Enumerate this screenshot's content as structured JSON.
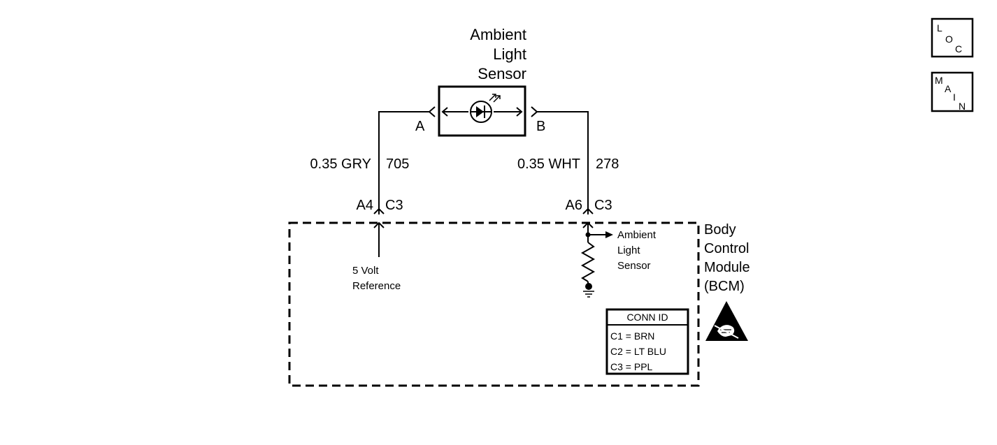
{
  "component": {
    "title_lines": [
      "Ambient",
      "Light",
      "Sensor"
    ],
    "pin_a": "A",
    "pin_b": "B"
  },
  "wires": [
    {
      "gauge_color": "0.35 GRY",
      "circuit": "705",
      "cavity": "A4",
      "connector": "C3"
    },
    {
      "gauge_color": "0.35 WHT",
      "circuit": "278",
      "cavity": "A6",
      "connector": "C3"
    }
  ],
  "module": {
    "name_lines": [
      "Body",
      "Control",
      "Module",
      "(BCM)"
    ],
    "reference_lines": [
      "5 Volt",
      "Reference"
    ],
    "input_lines": [
      "Ambient",
      "Light",
      "Sensor"
    ]
  },
  "conn_id": {
    "header": "CONN ID",
    "rows": [
      "C1 = BRN",
      "C2 = LT BLU",
      "C3 = PPL"
    ]
  },
  "nav": {
    "loc": {
      "letters": [
        "L",
        "O",
        "C"
      ]
    },
    "main": {
      "letters": [
        "M",
        "A",
        "I",
        "N"
      ]
    }
  },
  "icons": {
    "esd": "esd-warning-icon",
    "photodiode": "photodiode-icon",
    "ground": "ground-icon"
  }
}
